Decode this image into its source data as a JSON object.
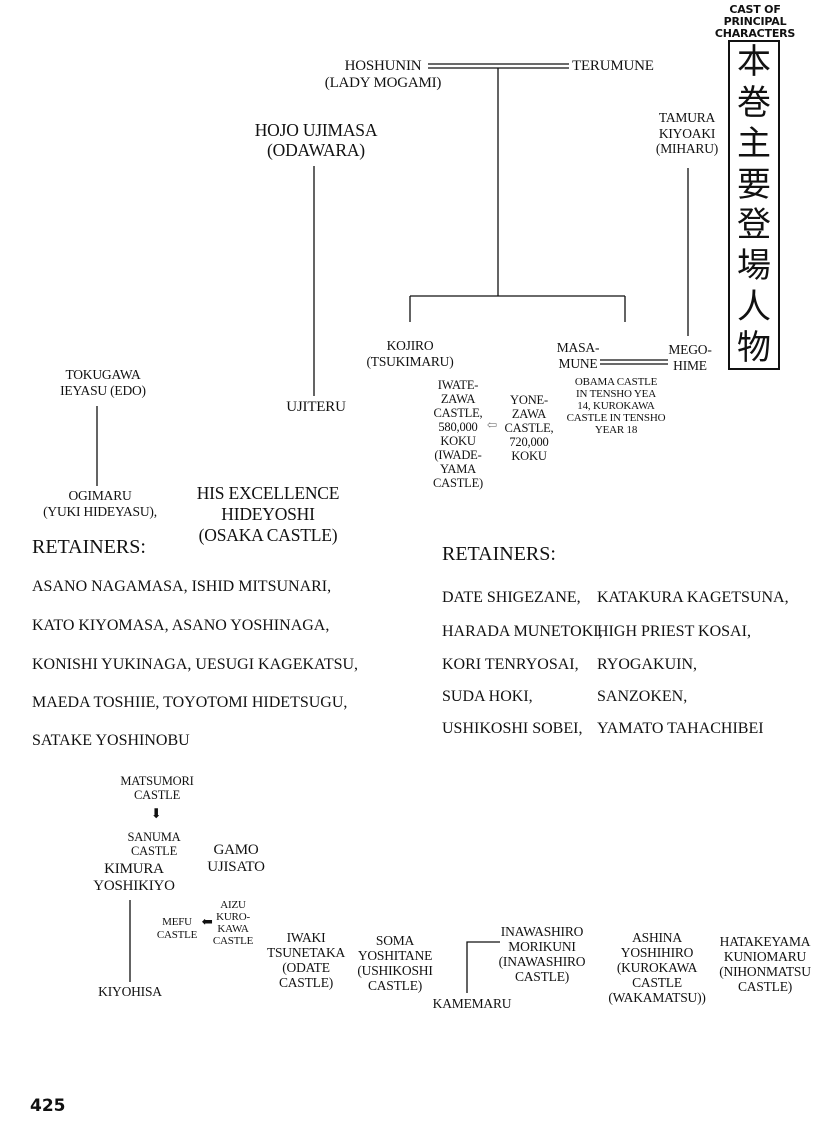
{
  "header": {
    "cast_title": "CAST OF PRINCIPAL\nCHARACTERS",
    "kanji_title": [
      "本",
      "巻",
      "主",
      "要",
      "登",
      "場",
      "人",
      "物"
    ]
  },
  "date_family": {
    "hoshunin": "HOSHUNIN\n(LADY MOGAMI)",
    "terumune": "TERUMUNE",
    "kojiro": "KOJIRO\n(TSUKIMARU)",
    "masamune": "MASA-\nMUNE",
    "megohime": "MEGO-\nHIME",
    "tamura": "TAMURA\nKIYOAKI\n(MIHARU)",
    "iwatezawa": "IWATE-\nZAWA\nCASTLE,\n580,000\nKOKU\n(IWADE-\nYAMA\nCASTLE)",
    "arrow": "⇦",
    "yonezawa": "YONE-\nZAWA\nCASTLE,\n720,000\nKOKU",
    "obama": "OBAMA CASTLE\nIN TENSHO YEA\n14, KUROKAWA\nCASTLE IN TENSHO\nYEAR 18"
  },
  "hojo": {
    "ujimasa": "HOJO UJIMASA\n(ODAWARA)",
    "ujiteru": "UJITERU"
  },
  "tokugawa": {
    "ieyasu": "TOKUGAWA\nIEYASU (EDO)",
    "ogimaru": "OGIMARU\n(YUKI HIDEYASU),"
  },
  "hideyoshi": "HIS EXCELLENCE\nHIDEYOSHI\n(OSAKA CASTLE)",
  "retainers_left": {
    "title": "RETAINERS:",
    "lines": [
      "ASANO NAGAMASA, ISHID MITSUNARI,",
      "KATO KIYOMASA,  ASANO YOSHINAGA,",
      "KONISHI YUKINAGA, UESUGI KAGEKATSU,",
      "MAEDA TOSHIIE, TOYOTOMI HIDETSUGU,",
      "SATAKE  YOSHINOBU"
    ]
  },
  "retainers_right": {
    "title": "RETAINERS:",
    "rows": [
      [
        "DATE SHIGEZANE,",
        "KATAKURA KAGETSUNA,"
      ],
      [
        "HARADA MUNETOKI,",
        "HIGH PRIEST KOSAI,"
      ],
      [
        "KORI TENRYOSAI,",
        "RYOGAKUIN,"
      ],
      [
        "SUDA HOKI,",
        "SANZOKEN,"
      ],
      [
        "USHIKOSHI SOBEI,",
        "YAMATO TAHACHIBEI"
      ]
    ]
  },
  "gamo": {
    "matsumori": "MATSUMORI\nCASTLE",
    "down_arrow": "⬇",
    "sanuma": "SANUMA\nCASTLE",
    "gamo": "GAMO\nUJISATO",
    "kimura": "KIMURA\nYOSHIKIYO",
    "kiyohisa": "KIYOHISA",
    "aizu": "AIZU\nKURO-\nKAWA\nCASTLE",
    "left_arrow": "⬅",
    "mefu": "MEFU\nCASTLE"
  },
  "others": {
    "iwaki": "IWAKI\nTSUNETAKA\n(ODATE\nCASTLE)",
    "soma": "SOMA\nYOSHITANE\n(USHIKOSHI\nCASTLE)",
    "inawashiro": "INAWASHIRO\nMORIKUNI\n(INAWASHIRO\nCASTLE)",
    "kamemaru": "KAMEMARU",
    "ashina": "ASHINA\nYOSHIHIRO\n(KUROKAWA\nCASTLE\n(WAKAMATSU))",
    "hatakeyama": "HATAKEYAMA\nKUNIOMARU\n(NIHONMATSU\nCASTLE)"
  },
  "page_number": "425"
}
